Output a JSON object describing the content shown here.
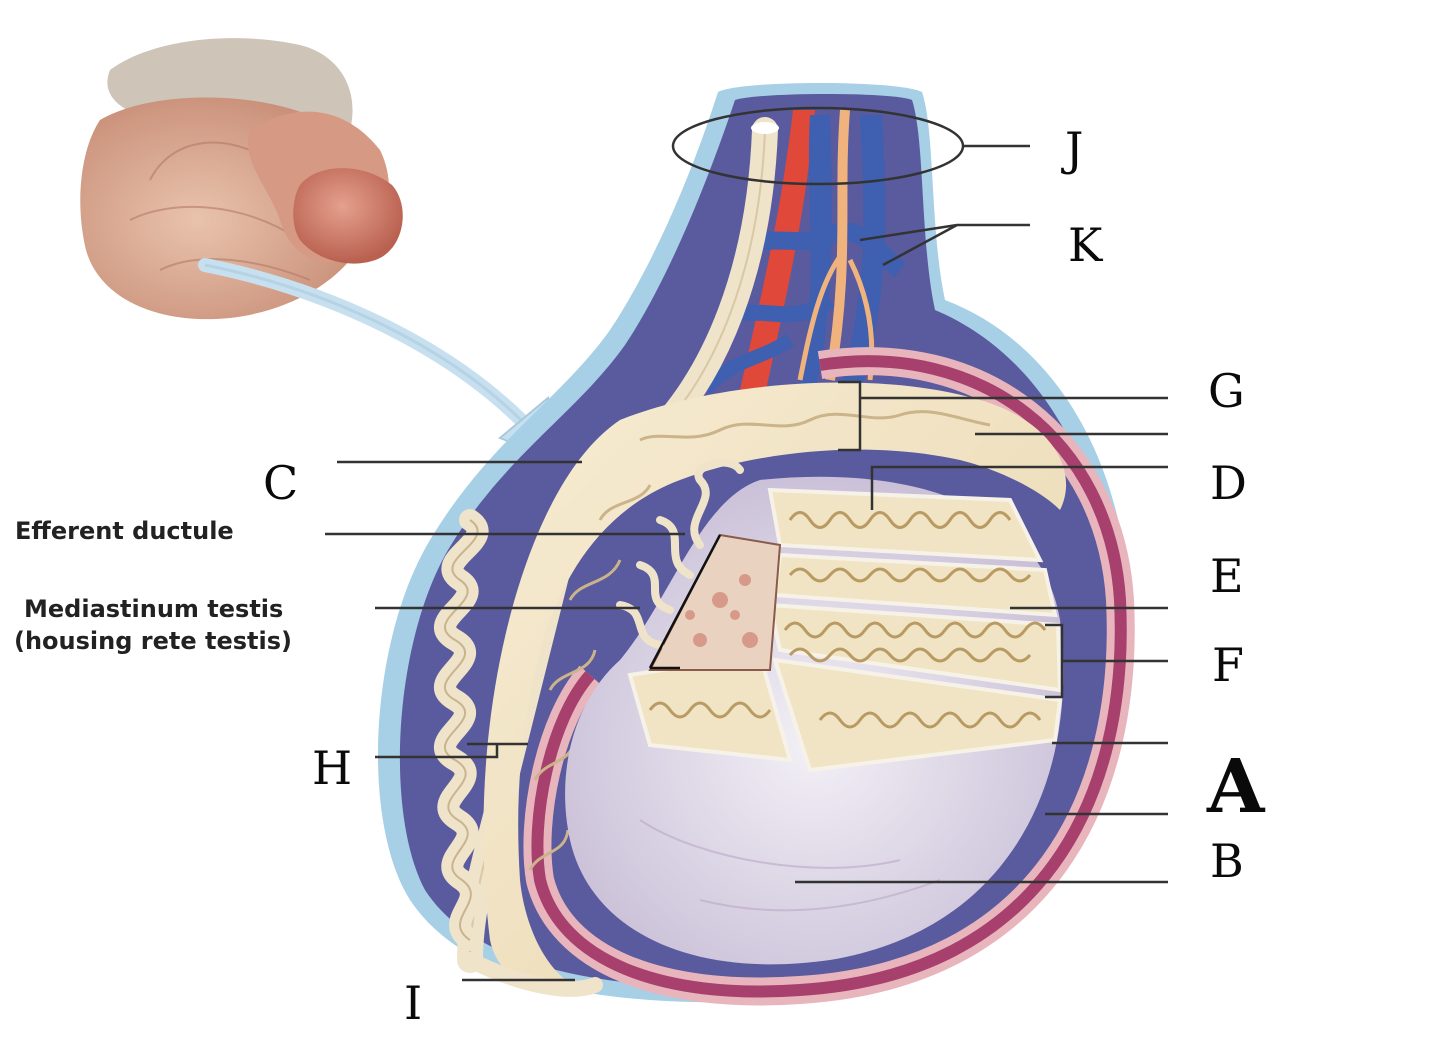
{
  "diagram": {
    "labels": {
      "a": "A",
      "b": "B",
      "c": "C",
      "d": "D",
      "e": "E",
      "f": "F",
      "g": "G",
      "h": "H",
      "i": "I",
      "j": "J",
      "k": "K",
      "efferent_ductule": "Efferent ductule",
      "mediastinum_line1": "Mediastinum testis",
      "mediastinum_line2": "(housing rete testis)"
    },
    "colors": {
      "skin": "#d9a48c",
      "glans": "#c97563",
      "scrotal_sac": "#5a5a9e",
      "outer_layer": "#a7cfe6",
      "vas_deferens": "#efe3c9",
      "artery": "#e0483a",
      "vein": "#3f5fb0",
      "nerve": "#f0b37e",
      "tunica_pink": "#e8b5bd",
      "tunica_magenta": "#a8406e",
      "testis_body": "#d9d2e3",
      "tubules": "#f0e4c4",
      "rete": "#d79a8a",
      "leader_line": "#333333"
    }
  }
}
